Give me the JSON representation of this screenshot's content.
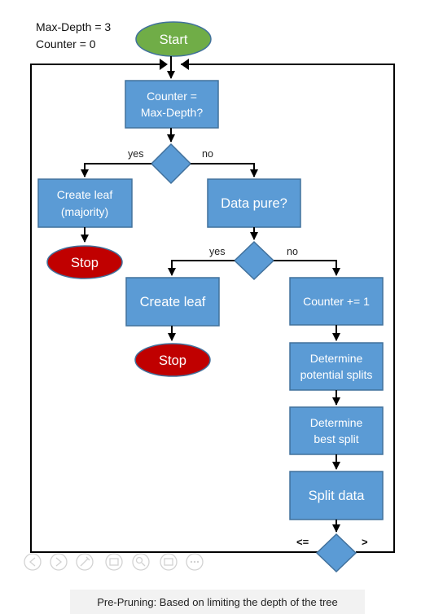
{
  "diagram": {
    "note": {
      "line1": "Max-Depth = 3",
      "line2": "Counter = 0"
    },
    "start": "Start",
    "counter_check": {
      "line1": "Counter =",
      "line2": "Max-Depth?"
    },
    "yes1": "yes",
    "no1": "no",
    "create_leaf_majority": {
      "line1": "Create leaf",
      "line2": "(majority)"
    },
    "stop1": "Stop",
    "data_pure": "Data pure?",
    "yes2": "yes",
    "no2": "no",
    "create_leaf": "Create leaf",
    "stop2": "Stop",
    "counter_inc": "Counter += 1",
    "determine_potential": {
      "line1": "Determine",
      "line2": "potential splits"
    },
    "determine_best": {
      "line1": "Determine",
      "line2": "best split"
    },
    "split_data": "Split data",
    "le_label": "<=",
    "gt_label": ">"
  },
  "caption": "Pre-Pruning: Based on limiting the depth of the tree",
  "colors": {
    "box_fill": "#5b9bd5",
    "box_stroke": "#41719c",
    "start_fill": "#70ad47",
    "stop_fill": "#c00000"
  }
}
